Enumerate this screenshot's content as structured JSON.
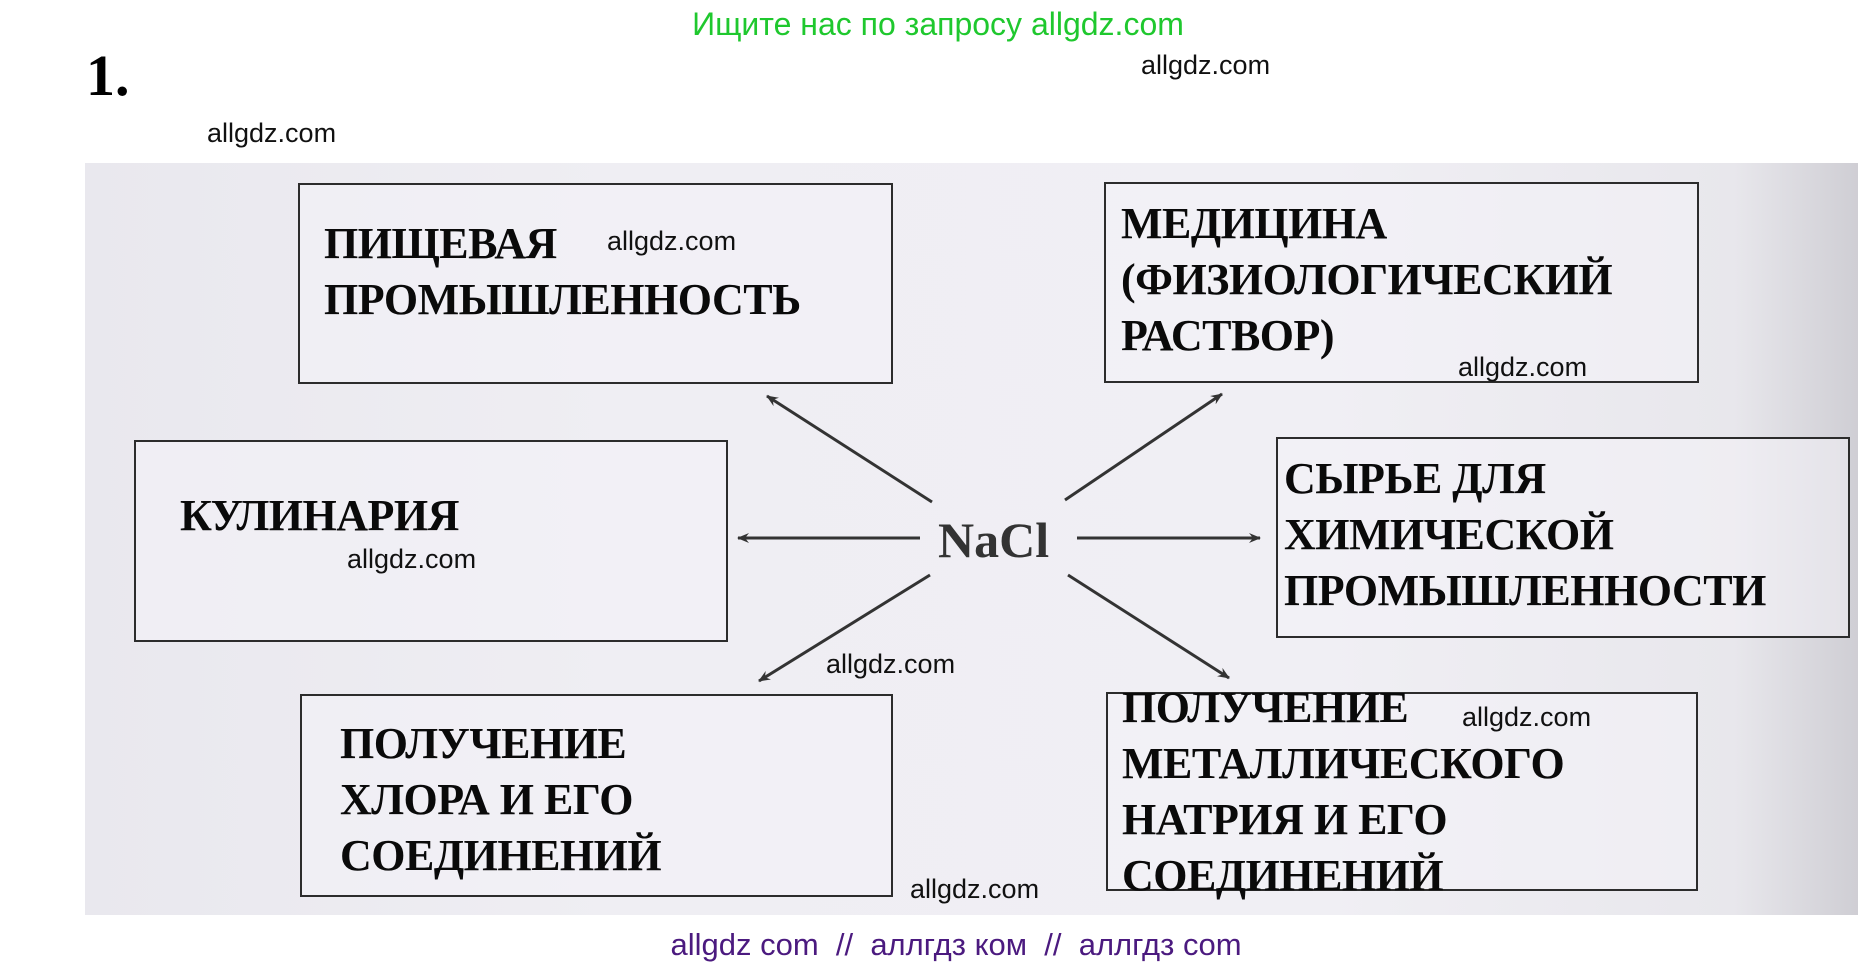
{
  "header": {
    "promo_text": "Ищите нас по запросу allgdz.com",
    "promo_color": "#1fc82e",
    "task_number": "1."
  },
  "watermarks": {
    "top_right": "allgdz.com",
    "top_left": "allgdz.com",
    "box_food": "allgdz.com",
    "box_medicine": "allgdz.com",
    "box_cooking": "allgdz.com",
    "center": "allgdz.com",
    "box_sodium": "allgdz.com",
    "bottom": "allgdz.com"
  },
  "diagram": {
    "center": "NaCl",
    "boxes": {
      "food_industry": [
        "ПИЩЕВАЯ",
        "ПРОМЫШЛЕННОСТЬ"
      ],
      "medicine": [
        "МЕДИЦИНА",
        "(ФИЗИОЛОГИЧЕСКИЙ",
        "РАСТВОР)"
      ],
      "cooking": [
        "КУЛИНАРИЯ"
      ],
      "chemical_raw": [
        "СЫРЬЕ ДЛЯ",
        "ХИМИЧЕСКОЙ",
        "ПРОМЫШЛЕННОСТИ"
      ],
      "chlorine": [
        "ПОЛУЧЕНИЕ",
        "ХЛОРА И ЕГО",
        "СОЕДИНЕНИЙ"
      ],
      "sodium": [
        "ПОЛУЧЕНИЕ",
        "МЕТАЛЛИЧЕСКОГО",
        "НАТРИЯ И ЕГО",
        "СОЕДИНЕНИЙ"
      ]
    },
    "arrows": [
      "NaCl → ПИЩЕВАЯ ПРОМЫШЛЕННОСТЬ",
      "NaCl → МЕДИЦИНА (ФИЗИОЛОГИЧЕСКИЙ РАСТВОР)",
      "NaCl → КУЛИНАРИЯ",
      "NaCl → СЫРЬЕ ДЛЯ ХИМИЧЕСКОЙ ПРОМЫШЛЕННОСТИ",
      "NaCl → ПОЛУЧЕНИЕ ХЛОРА И ЕГО СОЕДИНЕНИЙ",
      "NaCl → ПОЛУЧЕНИЕ МЕТАЛЛИЧЕСКОГО НАТРИЯ И ЕГО СОЕДИНЕНИЙ"
    ]
  },
  "footer": {
    "text": "allgdz com  //  аллгдз ком  //  аллгдз com",
    "color": "#4b1a7f"
  }
}
